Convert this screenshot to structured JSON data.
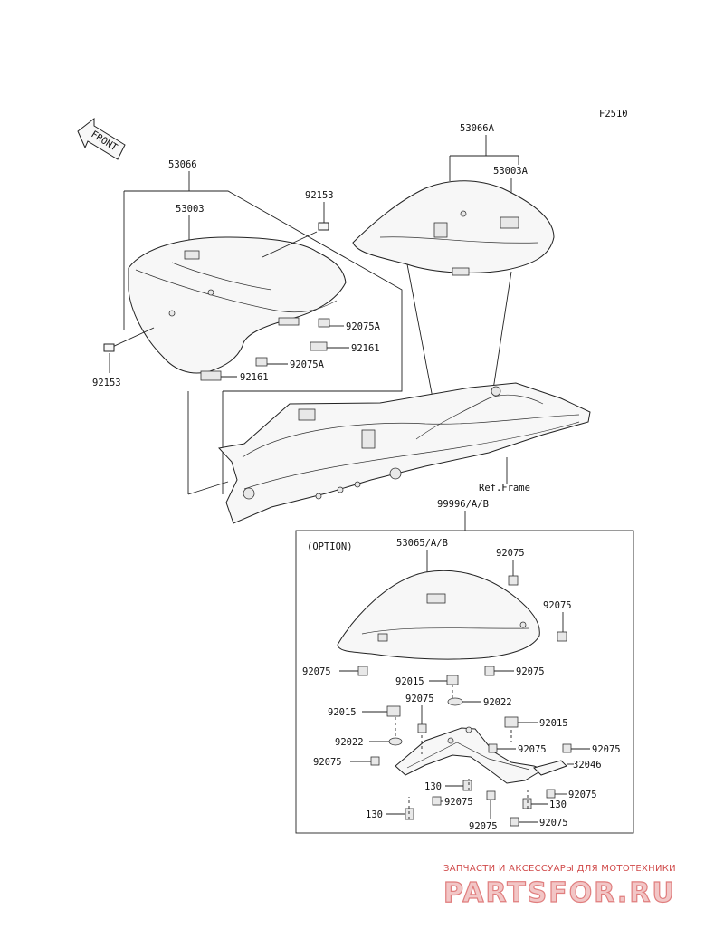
{
  "figure_code": "F2510",
  "front_arrow_label": "FRONT",
  "ref_frame": "Ref.Frame",
  "option_kit": "99996/A/B",
  "option_label": "(OPTION)",
  "parts": {
    "seat_assy": "53066",
    "seat_pad": "53003",
    "rear_seat_assy": "53066A",
    "rear_seat_pad": "53003A",
    "bolt_92153_upper": "92153",
    "bolt_92153_left": "92153",
    "damper_92075A_upper": "92075A",
    "damper_92075A_lower": "92075A",
    "clip_92161_right": "92161",
    "clip_92161_left": "92161",
    "cover_53065": "53065/A/B",
    "opt_92075_top": "92075",
    "opt_92075_right": "92075",
    "opt_92075_left": "92075",
    "opt_92075_mid_right": "92075",
    "opt_92015_center": "92015",
    "opt_92075_center": "92075",
    "opt_92022_center": "92022",
    "opt_92015_left": "92015",
    "opt_92015_right": "92015",
    "opt_92022_left": "92022",
    "opt_92075_bracket": "92075",
    "opt_92075_far_right": "92075",
    "opt_92075_lower_left": "92075",
    "opt_32046": "32046",
    "opt_130_center": "130",
    "opt_92075_bottom_center": "92075",
    "opt_92075_lower_right": "92075",
    "opt_130_right": "130",
    "opt_130_left": "130",
    "opt_92075_bottom_left": "92075",
    "opt_92075_bottom_right": "92075"
  },
  "watermark": {
    "tagline": "ЗАПЧАСТИ И АКСЕССУАРЫ ДЛЯ МОТОТЕХНИКИ",
    "brand": "PARTSFOR.RU"
  }
}
